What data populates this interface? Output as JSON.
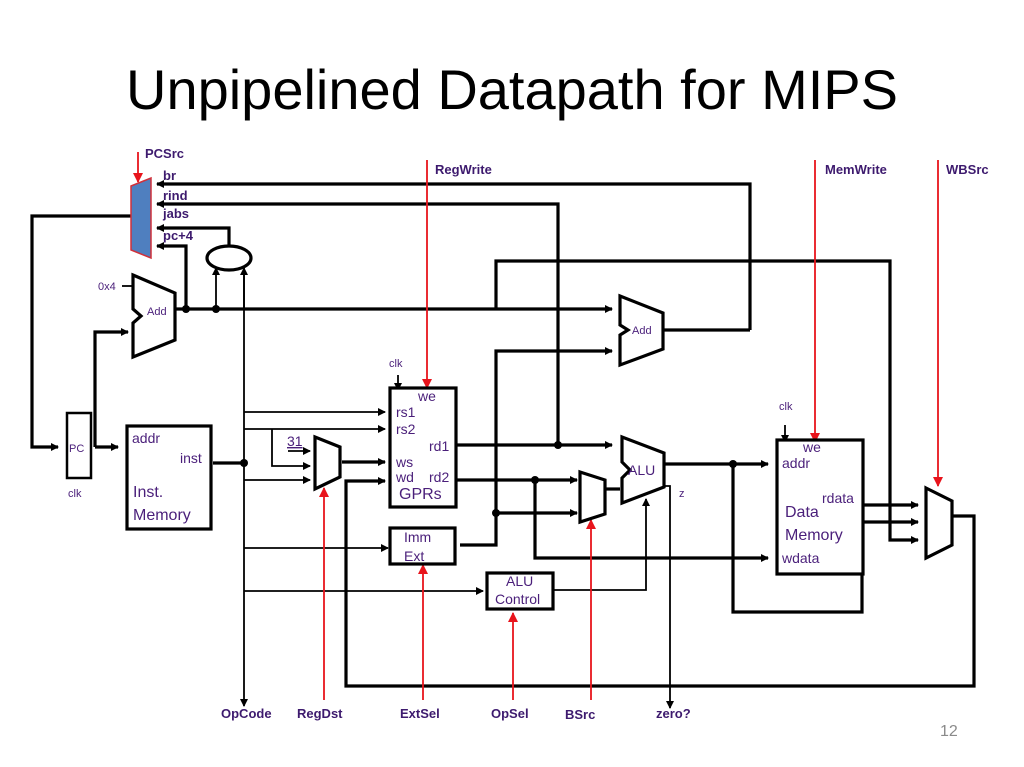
{
  "slide": {
    "title": "Unpipelined Datapath for MIPS",
    "page_number": "12"
  },
  "control_signals": {
    "pcsrc": "PCSrc",
    "regwrite": "RegWrite",
    "memwrite": "MemWrite",
    "wbsrc": "WBSrc",
    "opcode": "OpCode",
    "regdst": "RegDst",
    "extsel": "ExtSel",
    "opsel": "OpSel",
    "bsrc": "BSrc",
    "zero": "zero?"
  },
  "pc_mux_inputs": [
    "br",
    "rind",
    "jabs",
    "pc+4"
  ],
  "blocks": {
    "pc": {
      "label": "PC",
      "clk": "clk"
    },
    "pc_adder": {
      "label": "Add",
      "const": "0x4"
    },
    "inst_memory": {
      "addr": "addr",
      "inst": "inst",
      "name_line1": "Inst.",
      "name_line2": "Memory"
    },
    "gprs": {
      "clk": "clk",
      "we": "we",
      "rs1": "rs1",
      "rs2": "rs2",
      "ws": "ws",
      "wd": "wd",
      "rd1": "rd1",
      "rd2": "rd2",
      "name": "GPRs"
    },
    "regdst_mux": {
      "const": "31"
    },
    "imm_ext": {
      "line1": "Imm",
      "line2": "Ext"
    },
    "alu_control": {
      "line1": "ALU",
      "line2": "Control"
    },
    "branch_adder": {
      "label": "Add"
    },
    "alu": {
      "label": "ALU",
      "z": "z"
    },
    "data_memory": {
      "clk": "clk",
      "we": "we",
      "addr": "addr",
      "rdata": "rdata",
      "wdata": "wdata",
      "name_line1": "Data",
      "name_line2": "Memory"
    }
  },
  "colors": {
    "wire": "#000000",
    "control_wire": "#e8141c",
    "label_text": "#4a1f7a",
    "pc_mux_fill": "#4f7fbf",
    "pc_mux_border": "#d0303a"
  }
}
